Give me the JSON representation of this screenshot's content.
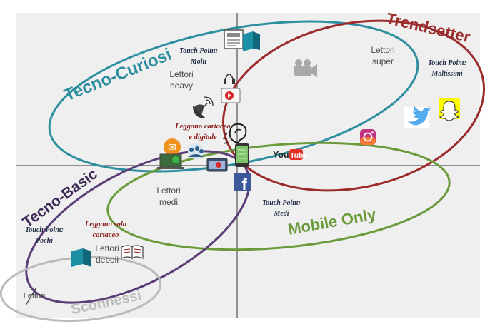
{
  "colors": {
    "background_panel": "#efefef",
    "tecno_curiosi": "#2f8fa0",
    "trendsetter": "#9c2b2b",
    "mobile_only": "#6a9a3a",
    "tecno_basic": "#5b3e77",
    "sconnessi": "#bbbbbb",
    "annotation_text": "#1f2a44",
    "reader_text": "#4a4a4a",
    "leggono_text": "#8b1a1a"
  },
  "segments": {
    "tecno_curiosi": "Tecno-Curiosi",
    "trendsetter": "Trendsetter",
    "mobile_only": "Mobile Only",
    "tecno_basic": "Tecno-Basic",
    "sconnessi": "Sconnessi"
  },
  "touch_points": {
    "molti_title": "Touch Point:",
    "molti_value": "Molti",
    "moltissimi_title": "Touch Point:",
    "moltissimi_value": "Moltissimi",
    "medi_title": "Touch Point:",
    "medi_value": "Medi",
    "pochi_title": "Touch Point:",
    "pochi_value": "Pochi"
  },
  "readers": {
    "heavy_line1": "Lettori",
    "heavy_line2": "heavy",
    "super_line1": "Lettori",
    "super_line2": "super",
    "medi_line1": "Lettori",
    "medi_line2": "medi",
    "deboli_line1": "Lettori",
    "deboli_line2": "deboli",
    "sconnessi_lettori": "Lettori"
  },
  "reading_notes": {
    "cartaceo_digitale_line1": "Leggono cartaceo",
    "cartaceo_digitale_line2": "e digitale",
    "solo_cartaceo_line1": "Leggono solo",
    "solo_cartaceo_line2": "cartaceo"
  },
  "brands": {
    "youtube": "YouTube",
    "facebook": "f",
    "email": "✉"
  }
}
